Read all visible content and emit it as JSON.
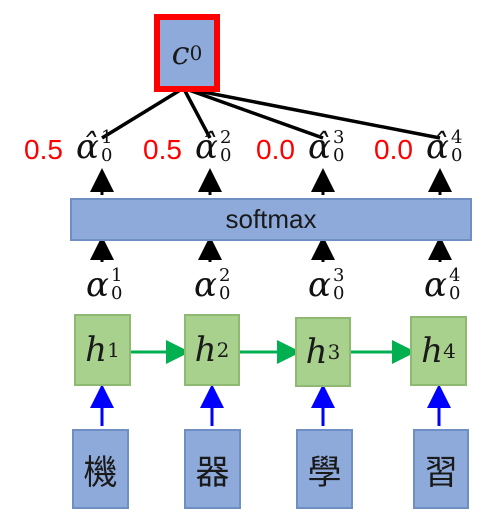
{
  "context": {
    "symbol": "c",
    "sup": "0"
  },
  "softmax_label": "softmax",
  "outputs": [
    {
      "weight": "0.5",
      "symbol": "α̂",
      "sup": "1",
      "sub": "0"
    },
    {
      "weight": "0.5",
      "symbol": "α̂",
      "sup": "2",
      "sub": "0"
    },
    {
      "weight": "0.0",
      "symbol": "α̂",
      "sup": "3",
      "sub": "0"
    },
    {
      "weight": "0.0",
      "symbol": "α̂",
      "sup": "4",
      "sub": "0"
    }
  ],
  "scores": [
    {
      "symbol": "α",
      "sup": "1",
      "sub": "0"
    },
    {
      "symbol": "α",
      "sup": "2",
      "sub": "0"
    },
    {
      "symbol": "α",
      "sup": "3",
      "sub": "0"
    },
    {
      "symbol": "α",
      "sup": "4",
      "sub": "0"
    }
  ],
  "hidden": [
    {
      "symbol": "h",
      "sup": "1"
    },
    {
      "symbol": "h",
      "sup": "2"
    },
    {
      "symbol": "h",
      "sup": "3"
    },
    {
      "symbol": "h",
      "sup": "4"
    }
  ],
  "inputs": [
    "機",
    "器",
    "學",
    "習"
  ],
  "colors": {
    "weight_text": "#ff0000",
    "recurrent_arrow": "#00b050",
    "input_arrow": "#0000ff",
    "highlight": "#ff0000"
  }
}
